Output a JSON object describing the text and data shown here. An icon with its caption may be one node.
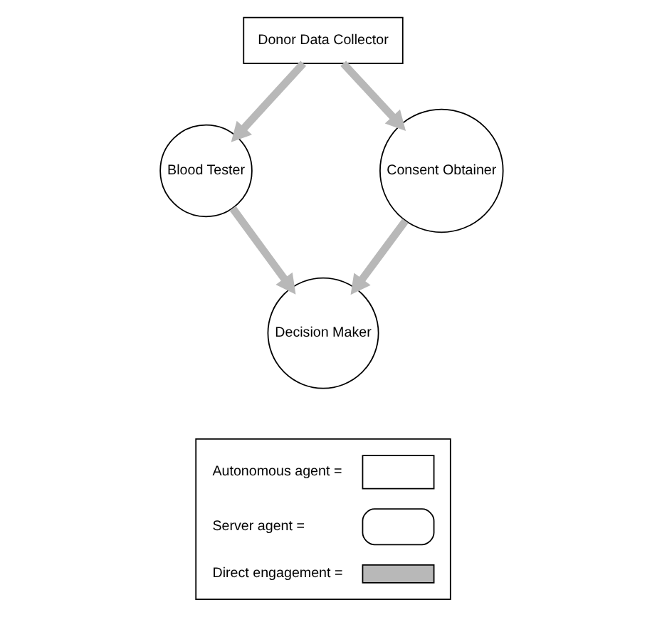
{
  "diagram": {
    "nodes": [
      {
        "text": [
          "Donor Data Collector"
        ]
      },
      {
        "text": [
          "Blood Tester"
        ]
      },
      {
        "text": [
          "Consent Obtainer"
        ]
      },
      {
        "text": [
          "Decision Maker"
        ]
      }
    ],
    "edges": [
      {
        "from": 0,
        "to": 1,
        "arrow": "to",
        "color": "#b8b8b8"
      },
      {
        "from": 0,
        "to": 2,
        "arrow": "to",
        "color": "#b8b8b8"
      },
      {
        "from": 1,
        "to": 3,
        "arrow": "to",
        "color": "#b8b8b8"
      },
      {
        "from": 2,
        "to": 3,
        "arrow": "to",
        "color": "#b8b8b8"
      }
    ],
    "legend": [
      {
        "text": "Autonomous agent ="
      },
      {
        "text": "Server agent ="
      },
      {
        "text": "Direct engagement ="
      }
    ]
  }
}
